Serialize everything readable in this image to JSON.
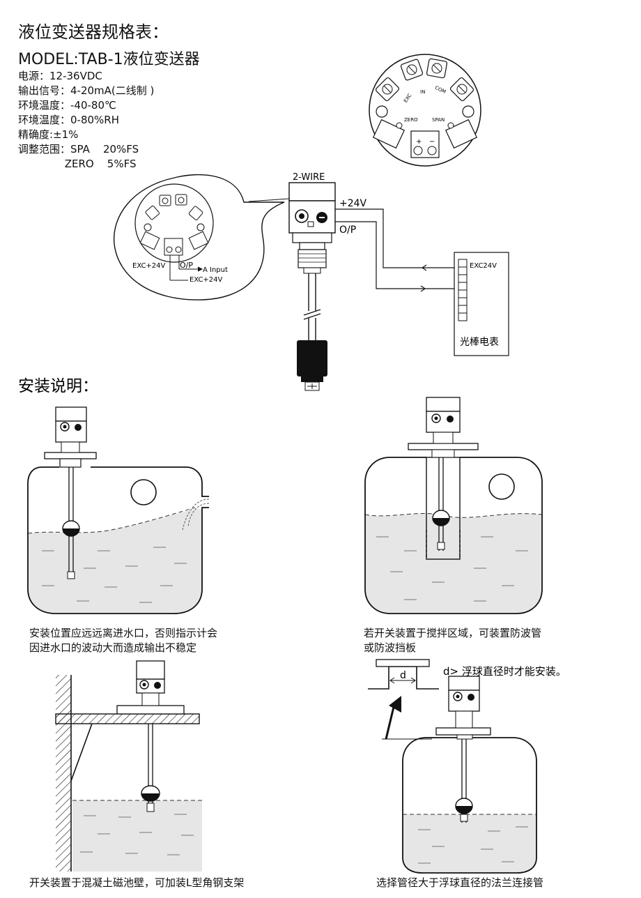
{
  "header": {
    "title": "液位变送器规格表：",
    "model": "MODEL:TAB-1液位变送器"
  },
  "specs": [
    "电源：12-36VDC",
    "输出信号：4-20mA(二线制 )",
    "环境温度：-40-80℃",
    "环境温度：0-80%RH",
    "精确度:±1%",
    "调整范围：SPA    20%FS",
    "              ZERO    5%FS"
  ],
  "wiring": {
    "two_wire": "2-WIRE",
    "plus24": "+24V",
    "op": "O/P",
    "meter_label": "光棒电表",
    "exc24v": "EXC24V",
    "terminal_labels": [
      "EXC",
      "IN",
      "COM"
    ],
    "zero": "ZERO",
    "span": "SPAN",
    "plus": "+",
    "minus": "−",
    "bubble_exc": "EXC+24V",
    "bubble_op": "O/P",
    "bubble_ainput": "A Input",
    "bubble_exc2": "EXC+24V"
  },
  "install": {
    "title": "安装说明：",
    "captions": [
      "安装位置应远远离进水口，否则指示计会",
      "因进水口的波动大而造成输出不稳定",
      "若开关装置于搅拌区域，可装置防波管",
      "或防波挡板",
      "开关装置于混凝土磁池壁，可加装L型角钢支架",
      "选择管径大于浮球直径的法兰连接管"
    ],
    "d_label": "d",
    "d_note": "d> 浮球直径时才能安装。"
  }
}
